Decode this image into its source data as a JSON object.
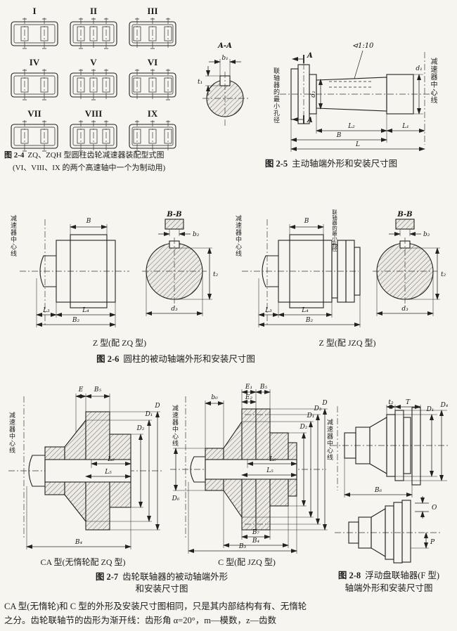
{
  "fig24": {
    "cells": [
      "I",
      "II",
      "III",
      "IV",
      "V",
      "VI",
      "VII",
      "VIII",
      "IX"
    ],
    "fig_no": "图 2-4",
    "caption": "ZQ、ZQH 型圆柱齿轮减速器装配型式图",
    "note": "(VI、VIII、IX 的两个高速轴中一个为制动用)"
  },
  "fig25": {
    "fig_no": "图 2-5",
    "caption": "主动轴端外形和安装尺寸图",
    "section_label": "A-A",
    "cut_mark": "A",
    "taper": "⊲1:10",
    "centerline": "减速器中心线",
    "min_bore": "联轴器的最小孔径",
    "dims": {
      "b1": "b₁",
      "t1": "t₁",
      "d2": "d₂",
      "d1": "d₁",
      "L2": "L₂",
      "L1": "L₁",
      "B": "B",
      "L": "L"
    }
  },
  "fig26": {
    "fig_no": "图 2-6",
    "caption": "圆柱的被动轴端外形和安装尺寸图",
    "left": {
      "centerline": "减速器中心线",
      "section_label": "B-B",
      "type_label": "Z 型(配 ZQ 型)",
      "dims": {
        "B": "B",
        "b2": "b₂",
        "t2": "t₂",
        "d3": "d₃",
        "L3": "L₃",
        "L4": "L₄",
        "B2": "B₂"
      }
    },
    "right": {
      "centerline": "减速器中心线",
      "min_bore": "联轴器的最小孔径",
      "section_label": "B-B",
      "type_label": "Z 型(配 JZQ 型)",
      "dims": {
        "B": "B",
        "b2": "b₂",
        "t2": "t₂",
        "d3": "d₃",
        "L3": "L₃",
        "L4": "L₄",
        "B2": "B₂"
      }
    }
  },
  "fig27": {
    "fig_no": "图 2-7",
    "caption_line1": "齿轮联轴器的被动轴端外形",
    "caption_line2": "和安装尺寸图",
    "left": {
      "centerline": "减速器中心线",
      "type_label": "CA 型(无惰轮配 ZQ 型)",
      "dims": {
        "E": "E",
        "B5": "B₅",
        "L6": "L₆",
        "L5": "L₅",
        "D2": "D₂",
        "D1": "D₁",
        "D": "D",
        "B4": "B₄"
      }
    },
    "right": {
      "centerline": "减速器中心线",
      "type_label": "C 型(配 JZQ 型)",
      "dims": {
        "b0": "b₀",
        "E1": "E₁",
        "B5": "B₅",
        "E2": "E₂",
        "D6": "D₆",
        "L6": "L₆",
        "L5": "L₅",
        "D2": "D₂",
        "D1": "D₁",
        "D3": "D₃",
        "D": "D",
        "B7": "B₇",
        "B4": "B₄",
        "B3": "B₃"
      }
    }
  },
  "fig28": {
    "fig_no": "图 2-8",
    "caption_line1": "浮动盘联轴器(F 型)",
    "caption_line2": "轴端外形和安装尺寸图",
    "centerline": "减速器中心线",
    "dims": {
      "t2": "t₂",
      "T": "T",
      "D1": "D₁",
      "D4": "D₄",
      "B6": "B₆",
      "O": "O",
      "P": "P"
    }
  },
  "footnote": {
    "line1": "CA 型(无惰轮)和 C 型的外形及安装尺寸图相同，只是其内部结构有有、无惰轮",
    "line2": "之分。齿轮联轴节的齿形为渐开线：齿形角 α=20°，m—模数，z—齿数"
  }
}
